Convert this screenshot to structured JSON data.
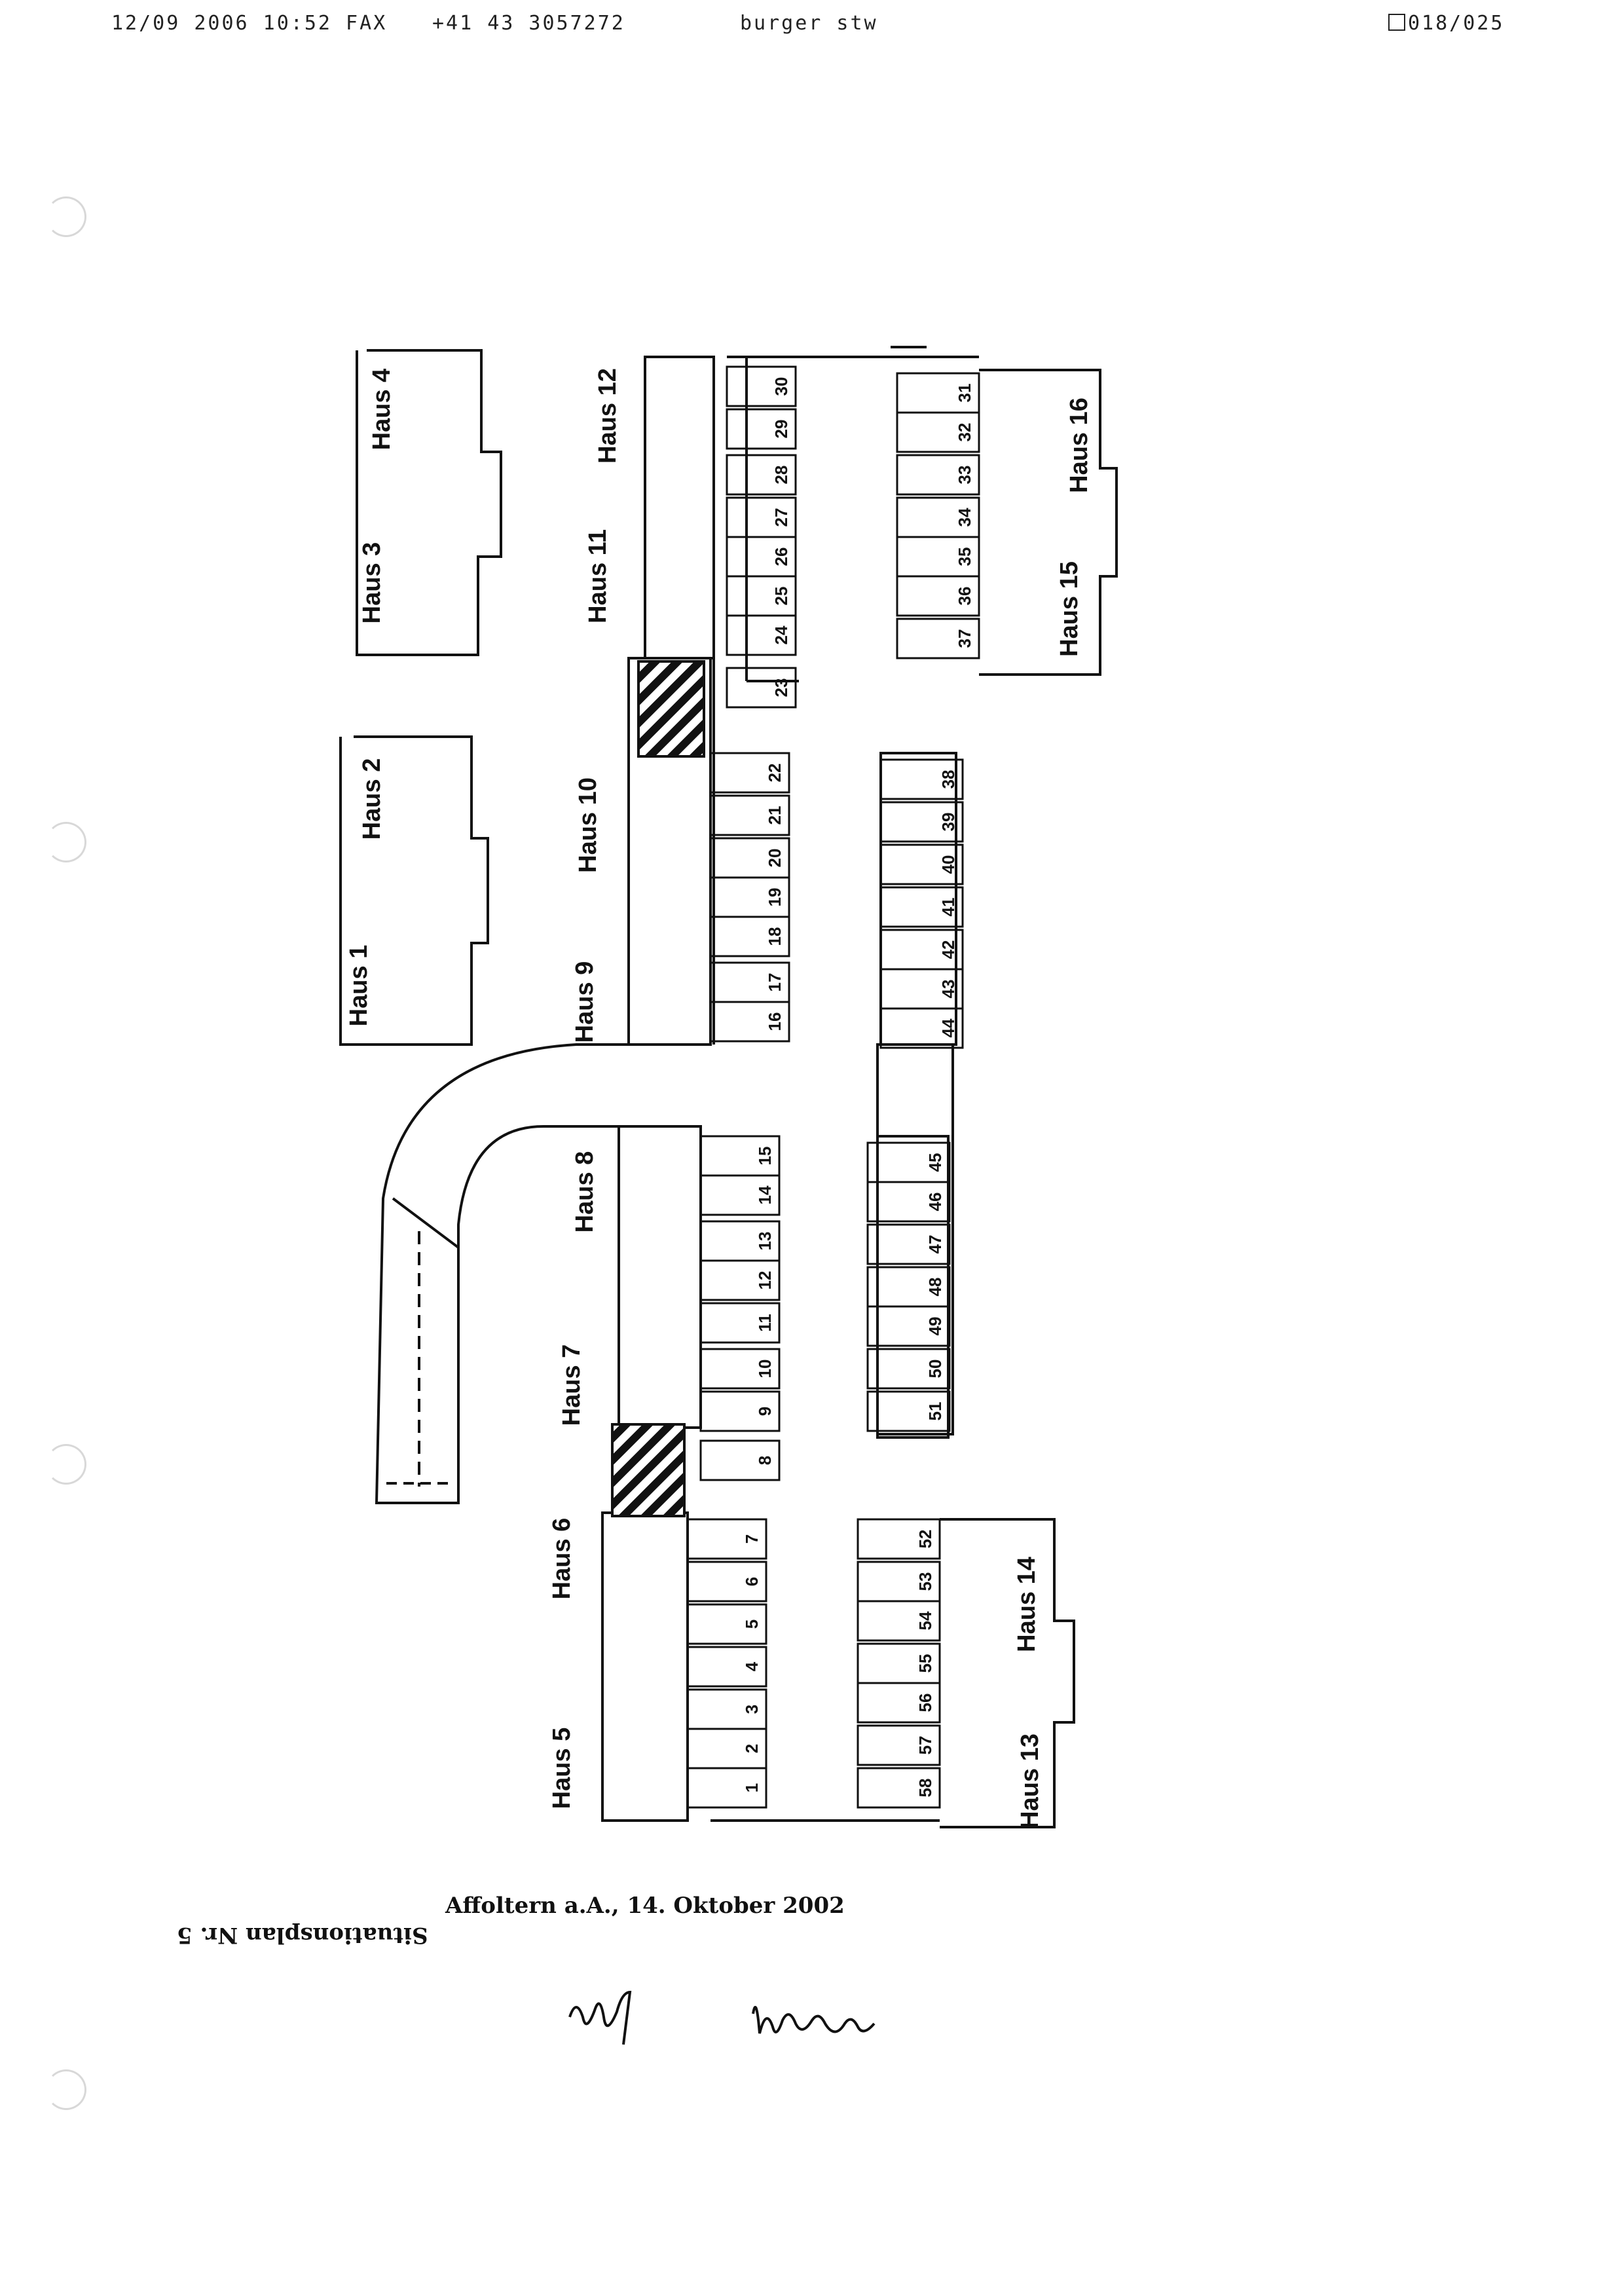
{
  "fax_header": {
    "timestamp": "12/09 2006 10:52 FAX",
    "phone": "+41 43 3057272",
    "sender": "burger stw",
    "page": "018/025"
  },
  "plan": {
    "houses": [
      "Haus 1",
      "Haus 2",
      "Haus 3",
      "Haus 4",
      "Haus 5",
      "Haus 6",
      "Haus 7",
      "Haus 8",
      "Haus 9",
      "Haus 10",
      "Haus 11",
      "Haus 12",
      "Haus 13",
      "Haus 14",
      "Haus 15",
      "Haus 16"
    ],
    "spaces_upper": [
      "1",
      "2",
      "3",
      "4",
      "5",
      "6",
      "7",
      "8",
      "9",
      "10",
      "11",
      "12",
      "13",
      "14",
      "15",
      "16",
      "17",
      "18",
      "19",
      "20",
      "21",
      "22",
      "23",
      "24",
      "25",
      "26",
      "27",
      "28",
      "29",
      "30"
    ],
    "spaces_lower": [
      "31",
      "32",
      "33",
      "34",
      "35",
      "36",
      "37",
      "38",
      "39",
      "40",
      "41",
      "42",
      "43",
      "44",
      "45",
      "46",
      "47",
      "48",
      "49",
      "50",
      "51",
      "52",
      "53",
      "54",
      "55",
      "56",
      "57",
      "58"
    ]
  },
  "footer": {
    "place_date": "Affoltern a.A., 14. Oktober 2002",
    "plan_title": "Situationsplan Nr. 5"
  },
  "colors": {
    "ink": "#111111",
    "background": "#ffffff"
  }
}
